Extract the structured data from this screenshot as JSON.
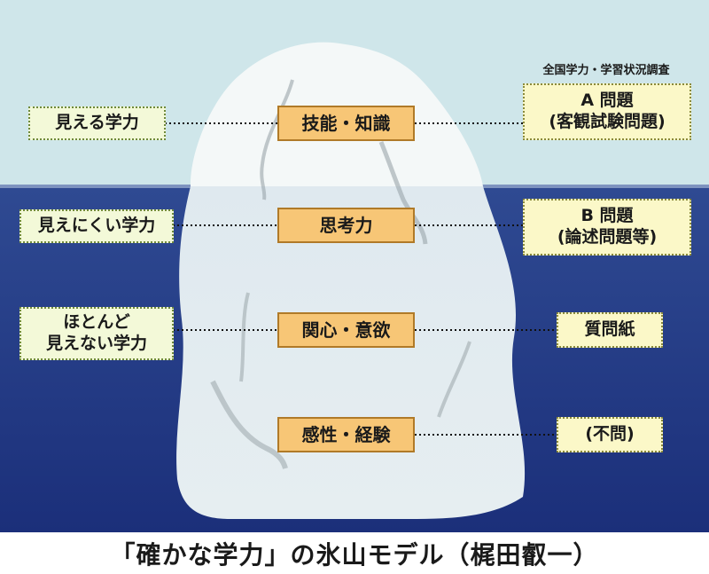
{
  "title": "「確かな学力」の氷山モデル（梶田叡一）",
  "survey_label": "全国学力・学習状況調査",
  "levels": [
    {
      "left": [
        "見える学力"
      ],
      "center": "技能・知識",
      "right": [
        "A 問題",
        "(客観試験問題)"
      ]
    },
    {
      "left": [
        "見えにくい学力"
      ],
      "center": "思考力",
      "right": [
        "B 問題",
        "(論述問題等)"
      ]
    },
    {
      "left": [
        "ほとんど",
        "見えない学力"
      ],
      "center": "関心・意欲",
      "right": [
        "質問紙"
      ]
    },
    {
      "left": [],
      "center": "感性・経験",
      "right": [
        "(不問)"
      ]
    }
  ],
  "colors": {
    "sky": "#cfe6ea",
    "sea_top": "#2d3f88",
    "sea_bottom": "#1a2f78",
    "ice": "#e9f1f2",
    "center_fill": "#f7c676"
  }
}
